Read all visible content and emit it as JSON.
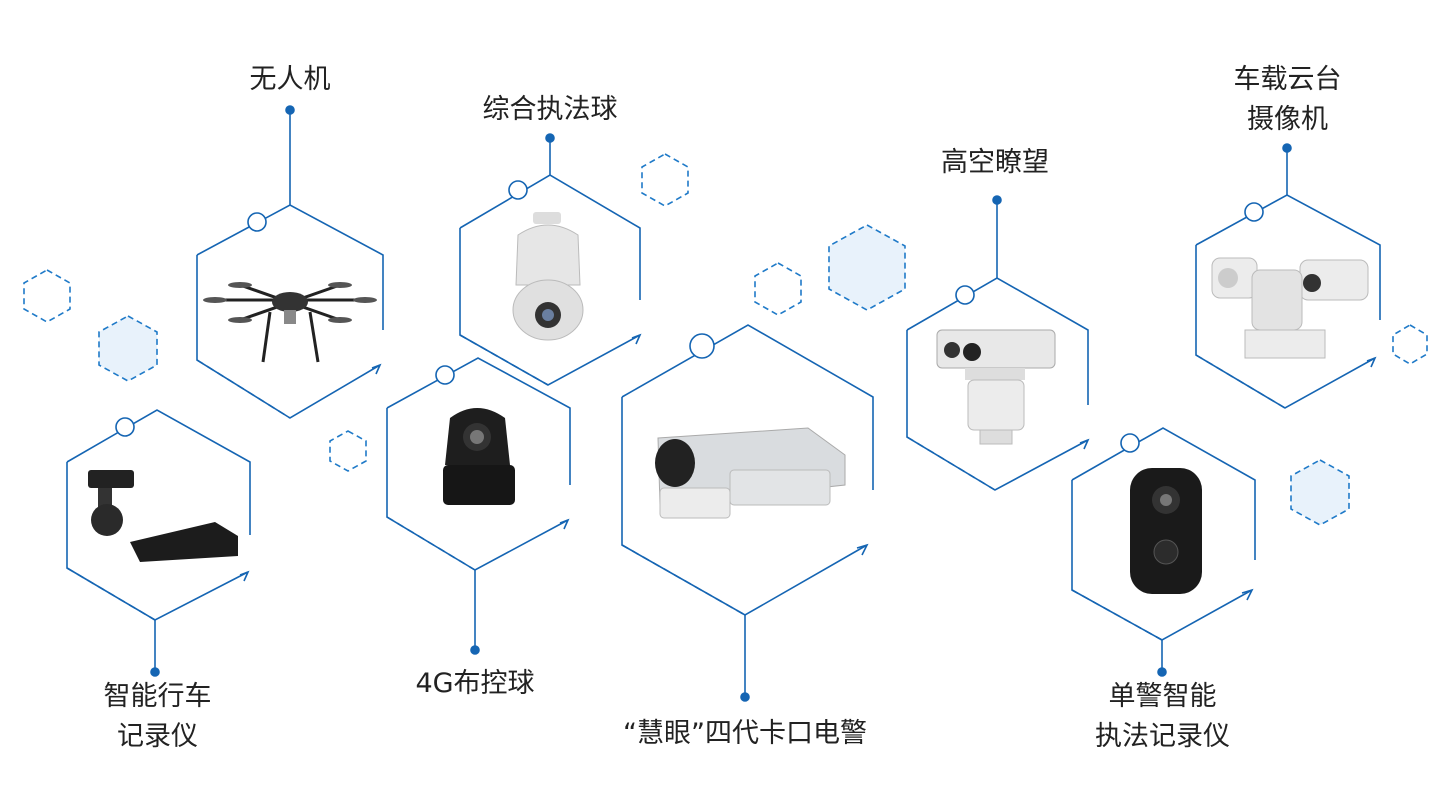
{
  "devices": [
    {
      "id": "drone",
      "name_lines": [
        "无人机"
      ],
      "icon": "drone-icon"
    },
    {
      "id": "law-dome",
      "name_lines": [
        "综合执法球"
      ],
      "icon": "dome-camera-icon"
    },
    {
      "id": "hi-lookout",
      "name_lines": [
        "高空瞭望"
      ],
      "icon": "long-range-ptz-camera-icon"
    },
    {
      "id": "vehicle-ptz",
      "name_lines": [
        "车载云台",
        "摄像机"
      ],
      "icon": "vehicle-ptz-camera-icon"
    },
    {
      "id": "dashcam",
      "name_lines": [
        "智能行车",
        "记录仪"
      ],
      "icon": "dashcam-recorder-icon"
    },
    {
      "id": "4g-ball",
      "name_lines": [
        "4G布控球"
      ],
      "icon": "4g-ball-camera-icon"
    },
    {
      "id": "checkpoint",
      "name_lines": [
        "“慧眼”四代卡口电警"
      ],
      "icon": "checkpoint-camera-icon"
    },
    {
      "id": "bodycam",
      "name_lines": [
        "单警智能",
        "执法记录仪"
      ],
      "icon": "body-worn-camera-icon"
    }
  ],
  "colors": {
    "line": "#1565b3",
    "dot": "#1565b3",
    "fill": "#e8f2fb",
    "device": "#c9ccd0"
  }
}
